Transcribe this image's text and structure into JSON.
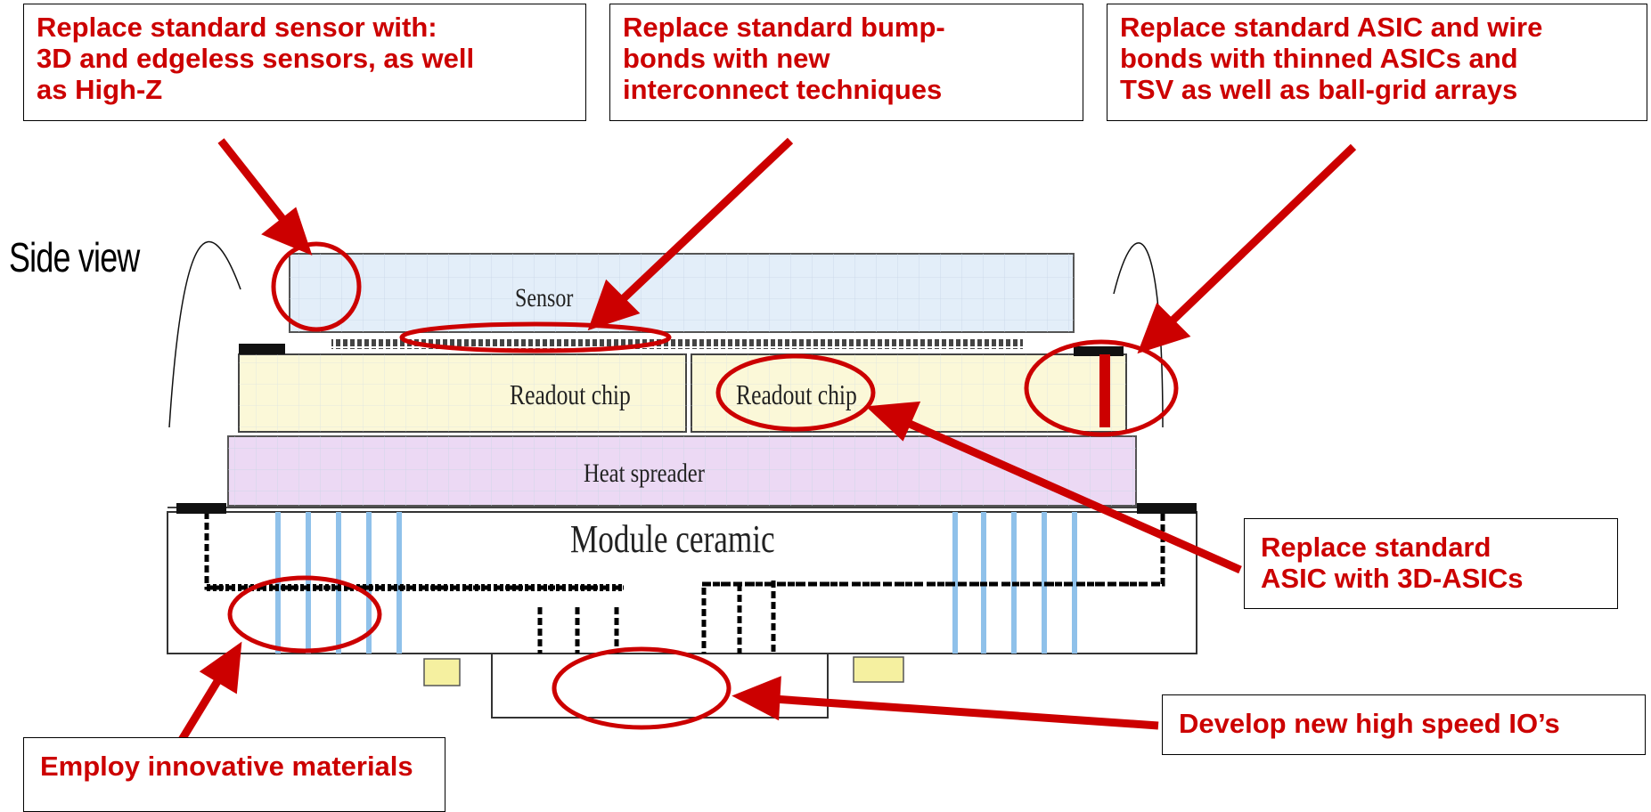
{
  "diagram": {
    "side_view_label": "Side view",
    "layers": {
      "sensor": "Sensor",
      "readout_chip_left": "Readout chip",
      "readout_chip_right": "Readout chip",
      "heat_spreader": "Heat spreader",
      "module_ceramic": "Module ceramic"
    },
    "colors": {
      "accent_red": "#cc0000",
      "sensor_fill": "#e3eef9",
      "readout_fill": "#fbf8d8",
      "heat_spreader_fill": "#ecd9f4",
      "via_blue": "#8fc1ea",
      "pad_yellow": "#f5f0a0"
    }
  },
  "callouts": {
    "sensor": [
      "Replace standard sensor with:",
      "3D and edgeless sensors, as well",
      "as High-Z"
    ],
    "bump_bonds": [
      "Replace standard bump-",
      "bonds with new",
      "interconnect techniques"
    ],
    "asic_wire": [
      "Replace standard ASIC and wire",
      "bonds with thinned ASICs and",
      "TSV as well as ball-grid arrays"
    ],
    "asic_3d": [
      "Replace standard",
      "ASIC with 3D-ASICs"
    ],
    "high_speed": [
      "Develop new high speed IO’s"
    ],
    "materials": [
      "Employ innovative materials"
    ]
  }
}
